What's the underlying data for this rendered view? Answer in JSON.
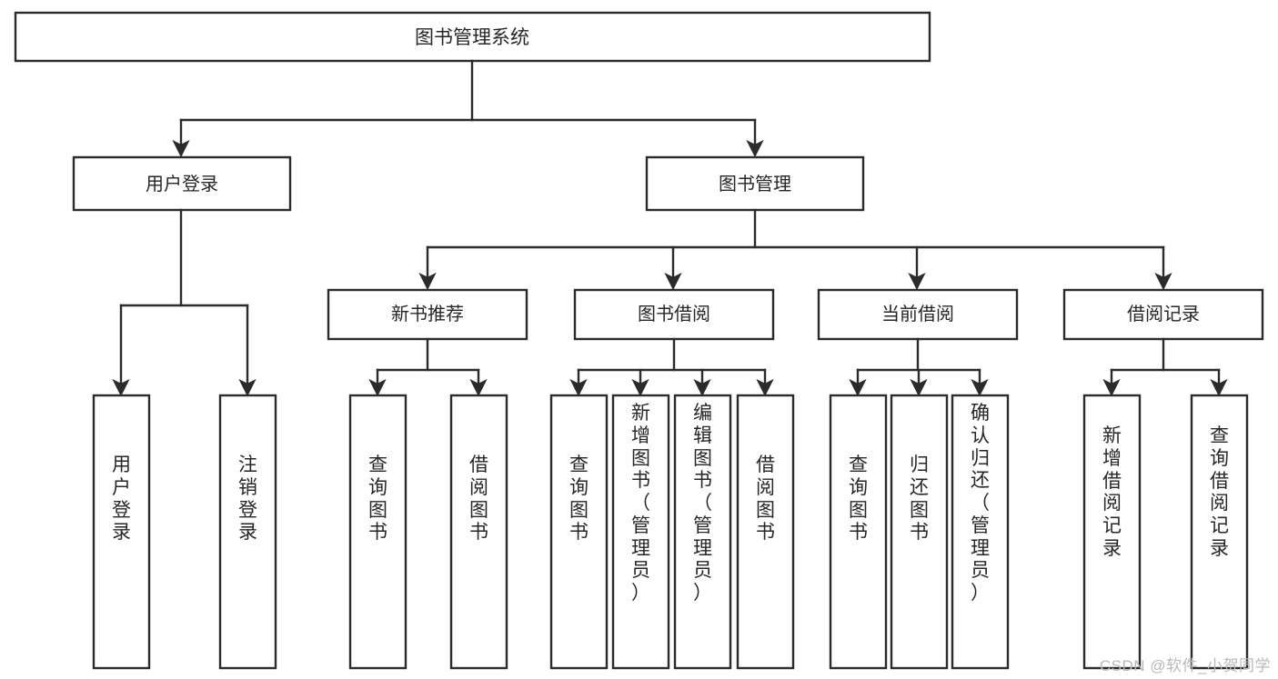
{
  "diagram": {
    "type": "tree",
    "title": "图书管理系统",
    "watermark": "CSDN @软件_小贺同学",
    "root": {
      "label": "图书管理系统"
    },
    "level2": [
      {
        "label": "用户登录"
      },
      {
        "label": "图书管理"
      }
    ],
    "level3": [
      {
        "label": "新书推荐"
      },
      {
        "label": "图书借阅"
      },
      {
        "label": "当前借阅"
      },
      {
        "label": "借阅记录"
      }
    ],
    "leaves": {
      "user_login": [
        {
          "label": "用户登录"
        },
        {
          "label": "注销登录"
        }
      ],
      "new_book_recommend": [
        {
          "label": "查询图书"
        },
        {
          "label": "借阅图书"
        }
      ],
      "book_borrow": [
        {
          "label": "查询图书"
        },
        {
          "label": "新增图书（管理员）"
        },
        {
          "label": "编辑图书（管理员）"
        },
        {
          "label": "借阅图书"
        }
      ],
      "current_borrow": [
        {
          "label": "查询图书"
        },
        {
          "label": "归还图书"
        },
        {
          "label": "确认归还（管理员）"
        }
      ],
      "borrow_record": [
        {
          "label": "新增借阅记录"
        },
        {
          "label": "查询借阅记录"
        }
      ]
    },
    "colors": {
      "stroke": "#2b2b2b",
      "fill": "#ffffff",
      "text": "#262626",
      "watermark": "#b9b9b9"
    }
  }
}
